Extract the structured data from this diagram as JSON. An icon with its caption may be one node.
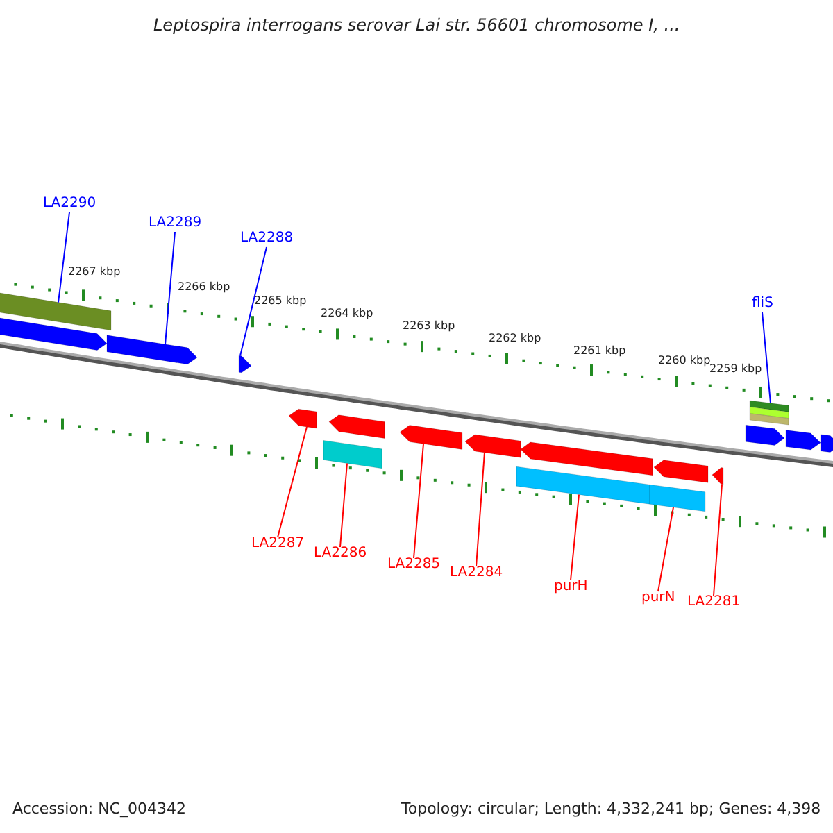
{
  "diagram": {
    "title": "Leptospira interrogans serovar Lai str. 56601 chromosome I, ...",
    "nodes": [
      {
        "text": [
          "LA2290"
        ]
      },
      {
        "text": [
          "LA2289"
        ]
      },
      {
        "text": [
          "LA2288"
        ]
      },
      {
        "text": [
          "fliS"
        ]
      },
      {
        "text": [
          "LA2287"
        ]
      },
      {
        "text": [
          "LA2286"
        ]
      },
      {
        "text": [
          "LA2285"
        ]
      },
      {
        "text": [
          "LA2284"
        ]
      },
      {
        "text": [
          "purH"
        ]
      },
      {
        "text": [
          "purN"
        ]
      },
      {
        "text": [
          "LA2281"
        ]
      },
      {
        "text": [],
        "shape": "bar"
      },
      {
        "text": [],
        "shape": "arrow"
      },
      {
        "text": [],
        "shape": "arrow"
      },
      {
        "text": [],
        "shape": "bar"
      },
      {
        "text": [],
        "shape": "arrow"
      },
      {
        "text": [],
        "shape": "bar"
      },
      {
        "text": [],
        "shape": "arrow"
      },
      {
        "text": [],
        "shape": "arrow"
      },
      {
        "text": [],
        "shape": "bar"
      },
      {
        "text": [],
        "shape": "bar"
      },
      {
        "text": [],
        "shape": "arrow"
      },
      {
        "text": [],
        "shape": "arrow"
      },
      {
        "text": [],
        "shape": "arrow"
      },
      {
        "text": [],
        "shape": "arrow"
      },
      {
        "text": [],
        "shape": "arrow"
      },
      {
        "text": [],
        "shape": "arrow"
      },
      {
        "text": [],
        "shape": "arrow"
      },
      {
        "text": [],
        "shape": "arrow"
      }
    ],
    "edges": [
      {
        "from": 0,
        "to": 11,
        "arrow": "none",
        "color": "#0000ff"
      },
      {
        "from": 1,
        "to": 12,
        "arrow": "none",
        "color": "#0000ff"
      },
      {
        "from": 2,
        "to": 13,
        "arrow": "none",
        "color": "#0000ff"
      },
      {
        "from": 3,
        "to": 14,
        "arrow": "none",
        "color": "#0000ff"
      },
      {
        "from": 4,
        "to": 15,
        "arrow": "none"
      },
      {
        "from": 5,
        "to": 16,
        "arrow": "none"
      },
      {
        "from": 6,
        "to": 17,
        "arrow": "none"
      },
      {
        "from": 7,
        "to": 18,
        "arrow": "none"
      },
      {
        "from": 8,
        "to": 19,
        "arrow": "none"
      },
      {
        "from": 9,
        "to": 20,
        "arrow": "none"
      },
      {
        "from": 10,
        "to": 21,
        "arrow": "none"
      }
    ],
    "labels": [
      "2267 kbp",
      "2266 kbp",
      "2265 kbp",
      "2264 kbp",
      "2263 kbp",
      "2262 kbp",
      "2261 kbp",
      "2260 kbp",
      "2259 kbp",
      "Accession: NC_004342",
      "Topology: circular; Length: 4,332,241 bp; Genes: 4,398"
    ]
  }
}
